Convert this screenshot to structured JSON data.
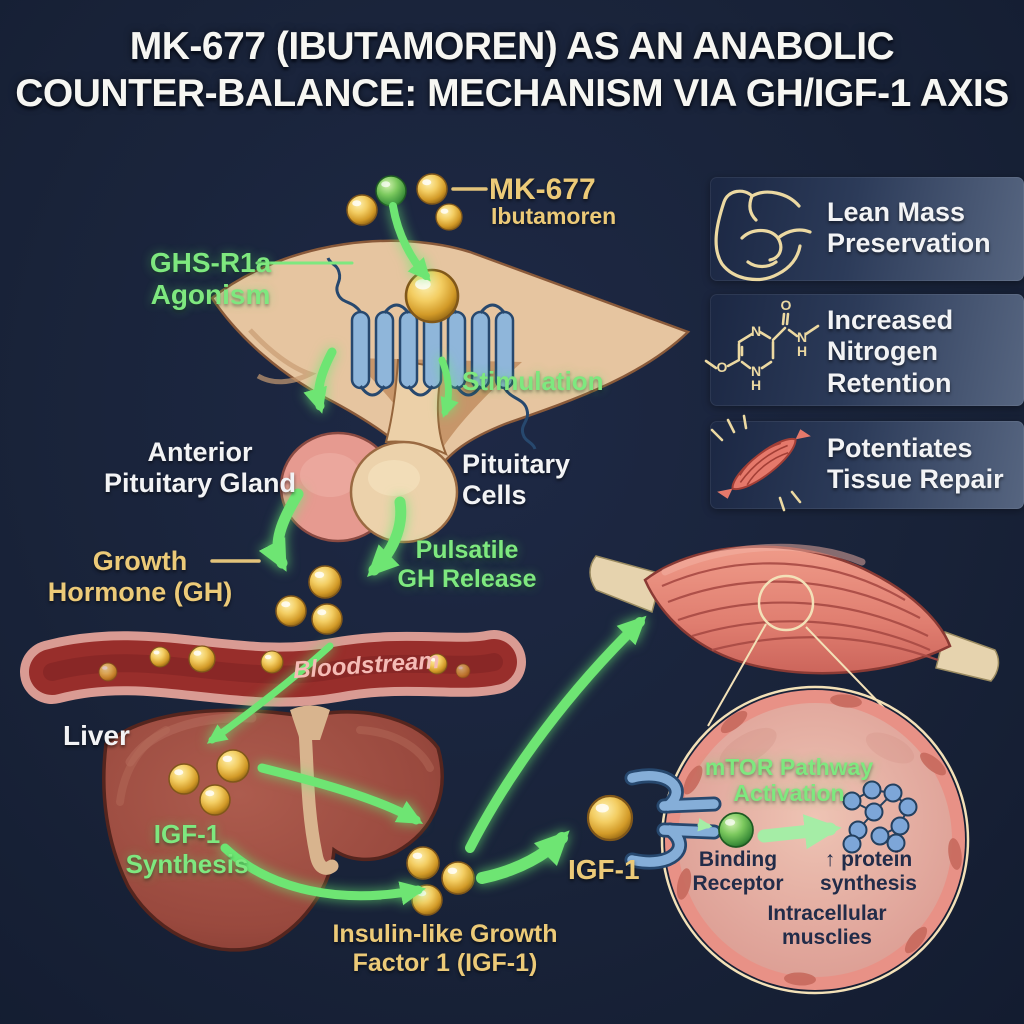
{
  "title": {
    "line1": "MK-677 (IBUTAMOREN) AS AN ANABOLIC",
    "line2": "COUNTER-BALANCE: MECHANISM VIA GH/IGF-1 AXIS"
  },
  "pathway": {
    "mk677_name": "MK-677",
    "mk677_sub": "Ibutamoren",
    "ghsr1a": "GHS-R1a\nAgonism",
    "stimulation": "Stimulation",
    "anterior_pituitary": "Anterior\nPituitary Gland",
    "pituitary_cells": "Pituitary\nCells",
    "growth_hormone": "Growth\nHormone (GH)",
    "pulsatile_release": "Pulsatile\nGH Release",
    "bloodstream": "Bloodstream",
    "liver": "Liver",
    "igf1_synthesis": "IGF-1\nSynthesis",
    "igf1_full": "Insulin-like Growth\nFactor 1 (IGF-1)",
    "igf1_short": "IGF-1"
  },
  "benefits": [
    {
      "icon": "bicep-icon",
      "label": "Lean Mass\nPreservation"
    },
    {
      "icon": "molecule-icon",
      "label": "Increased\nNitrogen\nRetention"
    },
    {
      "icon": "muscle-icon",
      "label": "Potentiates\nTissue Repair"
    }
  ],
  "cell_inset": {
    "mtor": "mTOR Pathway\nActivation",
    "binding_receptor": "Binding\nReceptor",
    "protein_synthesis": "↑ protein\nsynthesis",
    "intracellular": "Intracellular\nmusclies"
  },
  "molecule_atoms": [
    "N",
    "N",
    "H",
    "O",
    "O",
    "N",
    "H"
  ],
  "colors": {
    "background": "#1a2339",
    "accent_green": "#7ee87f",
    "accent_gold": "#ecca78",
    "navy_text": "#222c49",
    "vessel_red": "#982e2b",
    "cell_pink": "#e89186",
    "receptor_blue": "#8fb6da"
  }
}
